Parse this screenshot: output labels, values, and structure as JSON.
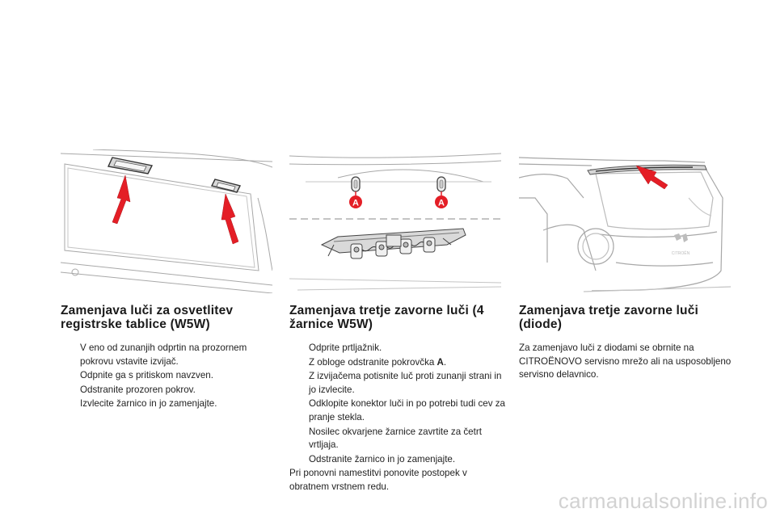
{
  "sections": [
    {
      "title": "Zamenjava luči za osvetlitev registrske tablice (W5W)",
      "bullets": [
        "V eno od zunanjih odprtin na prozornem pokrovu vstavite izvijač.",
        "Odpnite ga s pritiskom navzven.",
        "Odstranite prozoren pokrov.",
        "Izvlecite žarnico in jo zamenjajte."
      ]
    },
    {
      "title": "Zamenjava tretje zavorne luči (4 žarnice W5W)",
      "bullets": [
        "Odprite prtljažnik.",
        "Z obloge odstranite pokrovčka ",
        "Z izvijačema potisnite luč proti zunanji strani in jo izvlecite.",
        "Odklopite konektor luči in po potrebi tudi cev za pranje stekla.",
        "Nosilec okvarjene žarnice zavrtite za četrt vrtljaja.",
        "Odstranite žarnico in jo zamenjajte."
      ],
      "bold_ref": "A",
      "period": ".",
      "note": "Pri ponovni namestitvi ponovite postopek v obratnem vrstnem redu."
    },
    {
      "title": "Zamenjava tretje zavorne luči (diode)",
      "text": "Za zamenjavo luči z diodami se obrnite na CITROËNOVO servisno mrežo ali na usposobljeno servisno delavnico."
    }
  ],
  "illustrations": {
    "label_a": "A",
    "badge_text": "CITROËN"
  },
  "bullet_glyph": "",
  "watermark": "carmanualsonline.info",
  "colors": {
    "arrow_red": "#e41e26",
    "line_gray": "#9a9a9a"
  }
}
